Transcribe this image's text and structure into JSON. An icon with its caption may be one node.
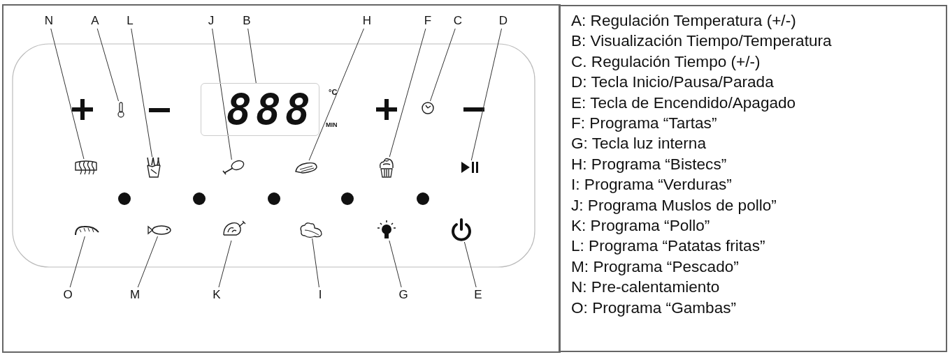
{
  "diagram": {
    "nodes": [
      {
        "text": [
          "N"
        ]
      },
      {
        "text": [
          "A"
        ]
      },
      {
        "text": [
          "L"
        ]
      },
      {
        "text": [
          "J"
        ]
      },
      {
        "text": [
          "B"
        ]
      },
      {
        "text": [
          "H"
        ]
      },
      {
        "text": [
          "F"
        ]
      },
      {
        "text": [
          "C"
        ]
      },
      {
        "text": [
          "D"
        ]
      },
      {
        "text": [],
        "shape": "picture"
      },
      {
        "text": [
          "888"
        ]
      },
      {
        "text": [],
        "shape": "picture"
      },
      {
        "text": [],
        "shape": "picture"
      },
      {
        "text": [],
        "shape": "picture"
      },
      {
        "text": [],
        "shape": "picture"
      },
      {
        "text": [],
        "shape": "picture"
      },
      {
        "text": [],
        "shape": "picture"
      },
      {
        "text": [],
        "shape": "picture"
      },
      {
        "text": [],
        "shape": "picture"
      },
      {
        "text": [],
        "shape": "picture"
      },
      {
        "text": [],
        "shape": "picture"
      },
      {
        "text": [],
        "shape": "picture"
      },
      {
        "text": [],
        "shape": "picture"
      },
      {
        "text": [],
        "shape": "picture"
      },
      {
        "text": [
          "O"
        ]
      },
      {
        "text": [
          "M"
        ]
      },
      {
        "text": [
          "K"
        ]
      },
      {
        "text": [
          "I"
        ]
      },
      {
        "text": [
          "G"
        ]
      },
      {
        "text": [
          "E"
        ]
      }
    ],
    "edges": [
      {
        "from": 0,
        "to": 12,
        "arrow": "none"
      },
      {
        "from": 1,
        "to": 9,
        "arrow": "none"
      },
      {
        "from": 2,
        "to": 13,
        "arrow": "none"
      },
      {
        "from": 3,
        "to": 14,
        "arrow": "none"
      },
      {
        "from": 4,
        "to": 10,
        "arrow": "none"
      },
      {
        "from": 5,
        "to": 15,
        "arrow": "none"
      },
      {
        "from": 6,
        "to": 16,
        "arrow": "none"
      },
      {
        "from": 7,
        "to": 11,
        "arrow": "none"
      },
      {
        "from": 8,
        "to": 17,
        "arrow": "none"
      },
      {
        "from": 24,
        "to": 18,
        "arrow": "none"
      },
      {
        "from": 25,
        "to": 19,
        "arrow": "none"
      },
      {
        "from": 26,
        "to": 20,
        "arrow": "none"
      },
      {
        "from": 27,
        "to": 21,
        "arrow": "none"
      },
      {
        "from": 28,
        "to": 22,
        "arrow": "none"
      },
      {
        "from": 29,
        "to": 23,
        "arrow": "none"
      }
    ],
    "labels": [
      "°C",
      "MIN",
      "A: Regulación Temperatura (+/-)",
      "B: Visualización Tiempo/Temperatura",
      "C. Regulación Tiempo (+/-)",
      "D: Tecla Inicio/Pausa/Parada",
      "E: Tecla de Encendido/Apagado",
      "F: Programa “Tartas”",
      "G: Tecla luz interna",
      "H: Programa “Bistecs”",
      "I: Programa “Verduras”",
      "J: Programa Muslos de pollo”",
      "K: Programa “Pollo”",
      "L: Programa “Patatas fritas”",
      "M: Programa “Pescado”",
      "N: Pre-calentamiento",
      "O: Programa “Gambas”"
    ]
  }
}
